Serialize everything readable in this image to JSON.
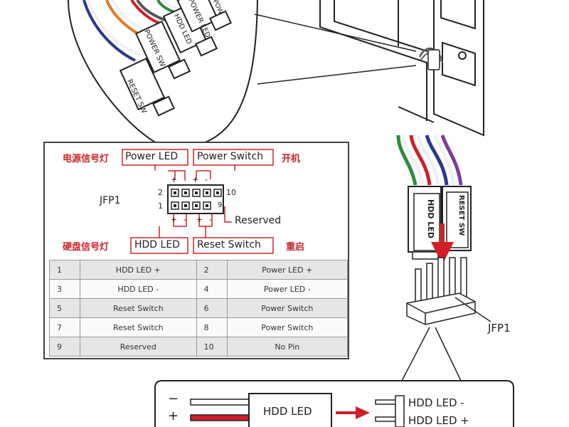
{
  "connectors_top": {
    "reset_sw": "RESET SW",
    "power_sw": "POWER SW",
    "hdd_led": "HDD LED",
    "power_led": "POWER LED",
    "cut_label": "POW"
  },
  "jfp1_panel": {
    "left_top_cn": "电源信号灯",
    "power_led_box": "Power LED",
    "power_switch_box": "Power Switch",
    "right_top_cn": "开机",
    "header_name": "JFP1",
    "row2": "2",
    "row1": "1",
    "col10": "10",
    "col9": "9",
    "reserved": "Reserved",
    "left_bottom_cn": "硬盘信号灯",
    "hdd_led_box": "HDD LED",
    "reset_switch_box": "Reset Switch",
    "right_bottom_cn": "重启",
    "plus": "+",
    "minus": "-"
  },
  "pin_table": [
    {
      "n1": "1",
      "f1": "HDD LED +",
      "n2": "2",
      "f2": "Power LED +"
    },
    {
      "n1": "3",
      "f1": "HDD LED -",
      "n2": "4",
      "f2": "Power LED -"
    },
    {
      "n1": "5",
      "f1": "Reset Switch",
      "n2": "6",
      "f2": "Power Switch"
    },
    {
      "n1": "7",
      "f1": "Reset Switch",
      "n2": "8",
      "f2": "Power Switch"
    },
    {
      "n1": "9",
      "f1": "Reserved",
      "n2": "10",
      "f2": "No Pin"
    }
  ],
  "right_plug": {
    "hdd_led": "HDD LED",
    "reset_sw": "RESET SW",
    "header_label": "JFP1"
  },
  "bottom_detail": {
    "minus": "−",
    "plus": "+",
    "plug_label": "HDD LED",
    "pin_minus": "HDD LED -",
    "pin_plus": "HDD LED +"
  },
  "colors": {
    "accent_red": "#c8262b",
    "wire_red": "#d01f26",
    "wire_blue": "#2a3a8c",
    "wire_green": "#2e8b3a",
    "wire_orange": "#e07a2a",
    "wire_purple": "#7a3c9a"
  }
}
